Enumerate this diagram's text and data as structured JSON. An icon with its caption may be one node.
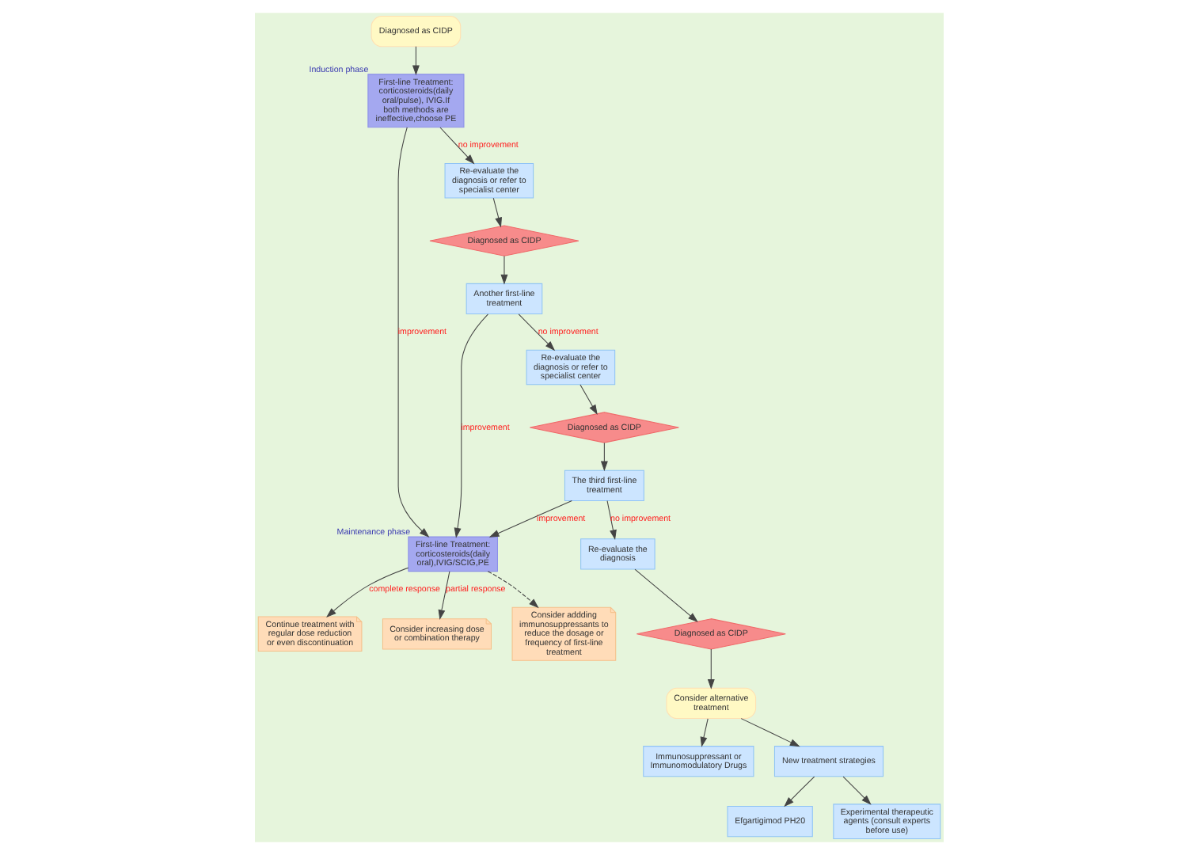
{
  "diagram": {
    "nodes": [
      {
        "text": [
          "Diagnosed as CIDP"
        ]
      },
      {
        "text": [
          "First-line Treatment: corticosteroids(daily oral/pulse), IVIG.If both methods are ineffective,choose PE"
        ],
        "beside": [
          "Induction phase"
        ]
      },
      {
        "text": [
          "First-line Treatment: corticosteroids(daily oral),IVIG/SCIG,PE"
        ],
        "beside": [
          "Maintenance phase"
        ]
      },
      {
        "text": [
          "Continue treatment with regular dose reduction or even discontinuation"
        ]
      },
      {
        "text": [
          "Consider increasing dose  or combination therapy"
        ]
      },
      {
        "text": [
          "Consider addding immunosuppressants to reduce the dosage or frequency of first-line treatment"
        ]
      },
      {
        "text": [
          "Re-evaluate the diagnosis or refer to specialist center"
        ]
      },
      {
        "text": [
          "Diagnosed as CIDP"
        ]
      },
      {
        "text": [
          "Another first-line treatment"
        ]
      },
      {
        "text": [
          "Re-evaluate the diagnosis or refer to specialist center"
        ]
      },
      {
        "text": [
          "Diagnosed as CIDP"
        ]
      },
      {
        "text": [
          "The third first-line treatment"
        ]
      },
      {
        "text": [
          "Re-evaluate the diagnosis"
        ]
      },
      {
        "text": [
          "Diagnosed as CIDP"
        ]
      },
      {
        "text": [
          "Consider alternative treatment"
        ]
      },
      {
        "text": [
          "Immunosuppressant or Immunomodulatory Drugs"
        ]
      },
      {
        "text": [
          "New treatment strategies"
        ]
      },
      {
        "text": [
          "Efgartigimod PH20"
        ]
      },
      {
        "text": [
          "Experimental therapeutic agents (consult experts before use)"
        ]
      }
    ],
    "edges": [
      {
        "from": 0,
        "to": 1,
        "arrow": "to"
      },
      {
        "from": 1,
        "to": 2,
        "arrow": "to",
        "label": "improvement"
      },
      {
        "from": 1,
        "to": 6,
        "arrow": "to",
        "label": "no improvement"
      },
      {
        "from": 2,
        "to": 3,
        "arrow": "to",
        "label": "complete response"
      },
      {
        "from": 2,
        "to": 4,
        "arrow": "to",
        "label": "partial response"
      },
      {
        "from": 2,
        "to": 5,
        "arrow": "to",
        "style": "dashed"
      },
      {
        "from": 6,
        "to": 7,
        "arrow": "to"
      },
      {
        "from": 7,
        "to": 8,
        "arrow": "to"
      },
      {
        "from": 8,
        "to": 2,
        "arrow": "to",
        "label": "improvement"
      },
      {
        "from": 8,
        "to": 9,
        "arrow": "to",
        "label": "no improvement"
      },
      {
        "from": 9,
        "to": 10,
        "arrow": "to"
      },
      {
        "from": 10,
        "to": 11,
        "arrow": "to"
      },
      {
        "from": 11,
        "to": 2,
        "arrow": "to",
        "label": "improvement"
      },
      {
        "from": 11,
        "to": 12,
        "arrow": "to",
        "label": "no improvement"
      },
      {
        "from": 12,
        "to": 13,
        "arrow": "to"
      },
      {
        "from": 13,
        "to": 14,
        "arrow": "to"
      },
      {
        "from": 14,
        "to": 15,
        "arrow": "to"
      },
      {
        "from": 14,
        "to": 16,
        "arrow": "to"
      },
      {
        "from": 16,
        "to": 17,
        "arrow": "to"
      },
      {
        "from": 16,
        "to": 18,
        "arrow": "to"
      }
    ]
  }
}
